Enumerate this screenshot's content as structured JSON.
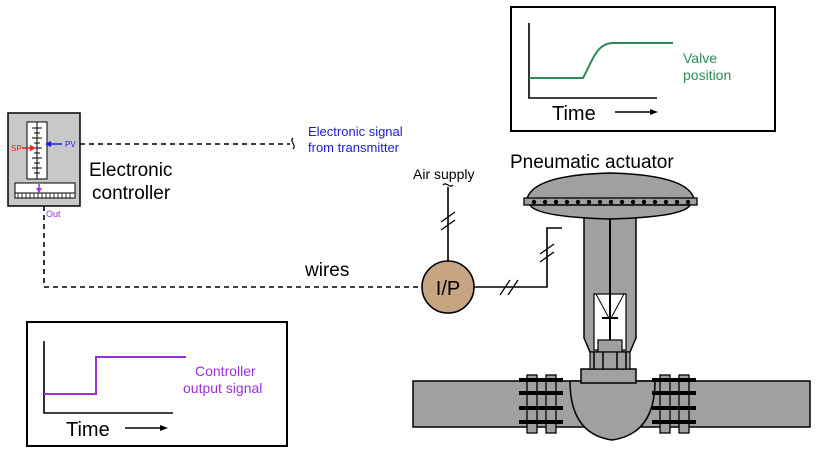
{
  "controller": {
    "title_line1": "Electronic",
    "title_line2": "controller",
    "sp_label": "SP",
    "pv_label": "PV",
    "out_label": "Out"
  },
  "signal_label": {
    "line1": "Electronic signal",
    "line2": "from transmitter"
  },
  "wires_label": "wires",
  "air_supply_label": "Air supply",
  "ip_label": "I/P",
  "actuator_label": "Pneumatic actuator",
  "valve_graph": {
    "time_label": "Time",
    "label_line1": "Valve",
    "label_line2": "position"
  },
  "controller_graph": {
    "time_label": "Time",
    "label_line1": "Controller",
    "label_line2": "output signal"
  },
  "colors": {
    "sp": "#e81c1c",
    "pv": "#1c1cf0",
    "out": "#9b30d9",
    "signal_text": "#1a1ad8",
    "valve_graph": "#2e8b57",
    "controller_graph": "#9b30d9",
    "ip_fill": "#c7a583",
    "metal": "#a0a0a0",
    "controller_body": "#c8c8c8"
  }
}
